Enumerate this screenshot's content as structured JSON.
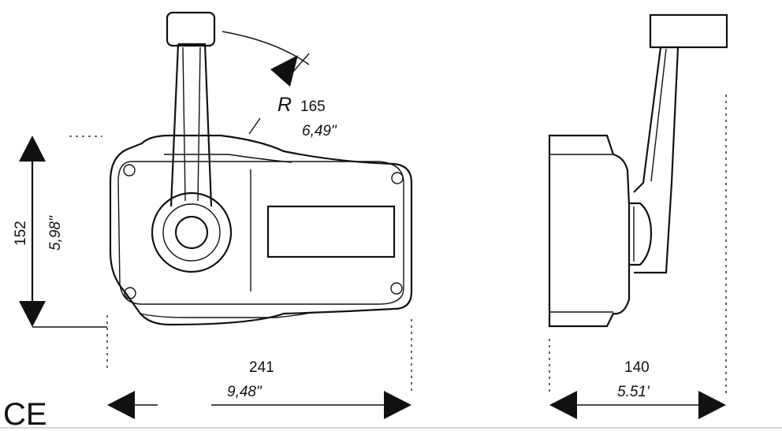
{
  "dimensions": {
    "radius": {
      "prefix": "R",
      "mm": "165",
      "inch": "6,49\""
    },
    "height": {
      "mm": "152",
      "inch": "5,98\""
    },
    "width": {
      "mm": "241",
      "inch": "9,48\""
    },
    "depth": {
      "mm": "140",
      "inch": "5.51'"
    }
  },
  "mark": "CE"
}
